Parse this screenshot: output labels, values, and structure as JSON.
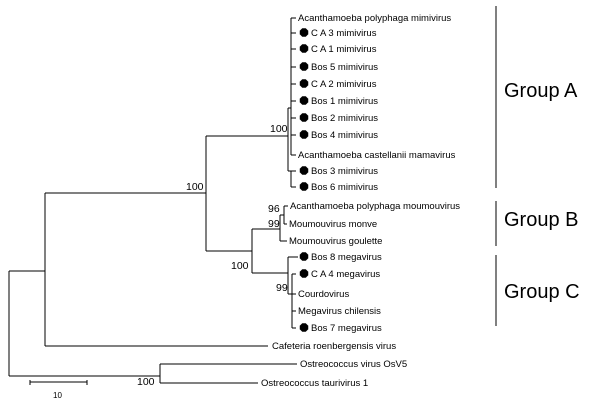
{
  "tree": {
    "taxa": [
      {
        "label": "Acanthamoeba polyphaga mimivirus",
        "marker": false
      },
      {
        "label": "C A 3 mimivirus",
        "marker": true
      },
      {
        "label": "C A 1 mimivirus",
        "marker": true
      },
      {
        "label": "Bos 5 mimivirus",
        "marker": true
      },
      {
        "label": "C A 2 mimivirus",
        "marker": true
      },
      {
        "label": "Bos 1 mimivirus",
        "marker": true
      },
      {
        "label": "Bos 2 mimivirus",
        "marker": true
      },
      {
        "label": "Bos 4 mimivirus",
        "marker": true
      },
      {
        "label": "Acanthamoeba castellanii mamavirus",
        "marker": false
      },
      {
        "label": "Bos 3 mimivirus",
        "marker": true
      },
      {
        "label": "Bos 6 mimivirus",
        "marker": true
      },
      {
        "label": "Acanthamoeba polyphaga moumouvirus",
        "marker": false
      },
      {
        "label": "Moumouvirus monve",
        "marker": false
      },
      {
        "label": "Moumouvirus goulette",
        "marker": false
      },
      {
        "label": "Bos 8 megavirus",
        "marker": true
      },
      {
        "label": "C A 4 megavirus",
        "marker": true
      },
      {
        "label": "Courdovirus",
        "marker": false
      },
      {
        "label": "Megavirus chilensis",
        "marker": false
      },
      {
        "label": "Bos 7 megavirus",
        "marker": true
      },
      {
        "label": "Cafeteria roenbergensis virus",
        "marker": false
      },
      {
        "label": "Ostreococcus virus OsV5",
        "marker": false
      },
      {
        "label": "Ostreococcus taurivirus 1",
        "marker": false
      }
    ],
    "support_values": [
      "100",
      "100",
      "96",
      "99",
      "100",
      "99",
      "100"
    ]
  },
  "groups": [
    {
      "label": "Group A"
    },
    {
      "label": "Group B"
    },
    {
      "label": "Group C"
    }
  ],
  "scale_bar": {
    "label": "10"
  }
}
